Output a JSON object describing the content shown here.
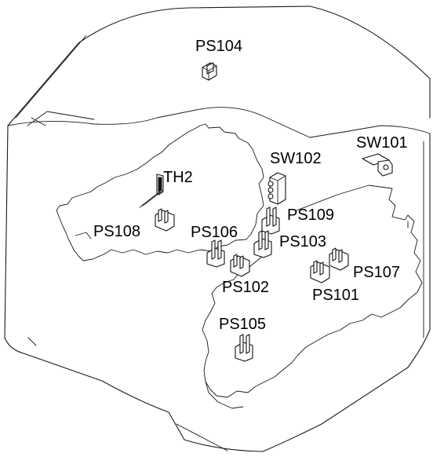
{
  "labels": {
    "ps104": "PS104",
    "sw101": "SW101",
    "sw102": "SW102",
    "th2": "TH2",
    "ps108": "PS108",
    "ps109": "PS109",
    "ps106": "PS106",
    "ps103": "PS103",
    "ps107": "PS107",
    "ps102": "PS102",
    "ps101": "PS101",
    "ps105": "PS105"
  }
}
